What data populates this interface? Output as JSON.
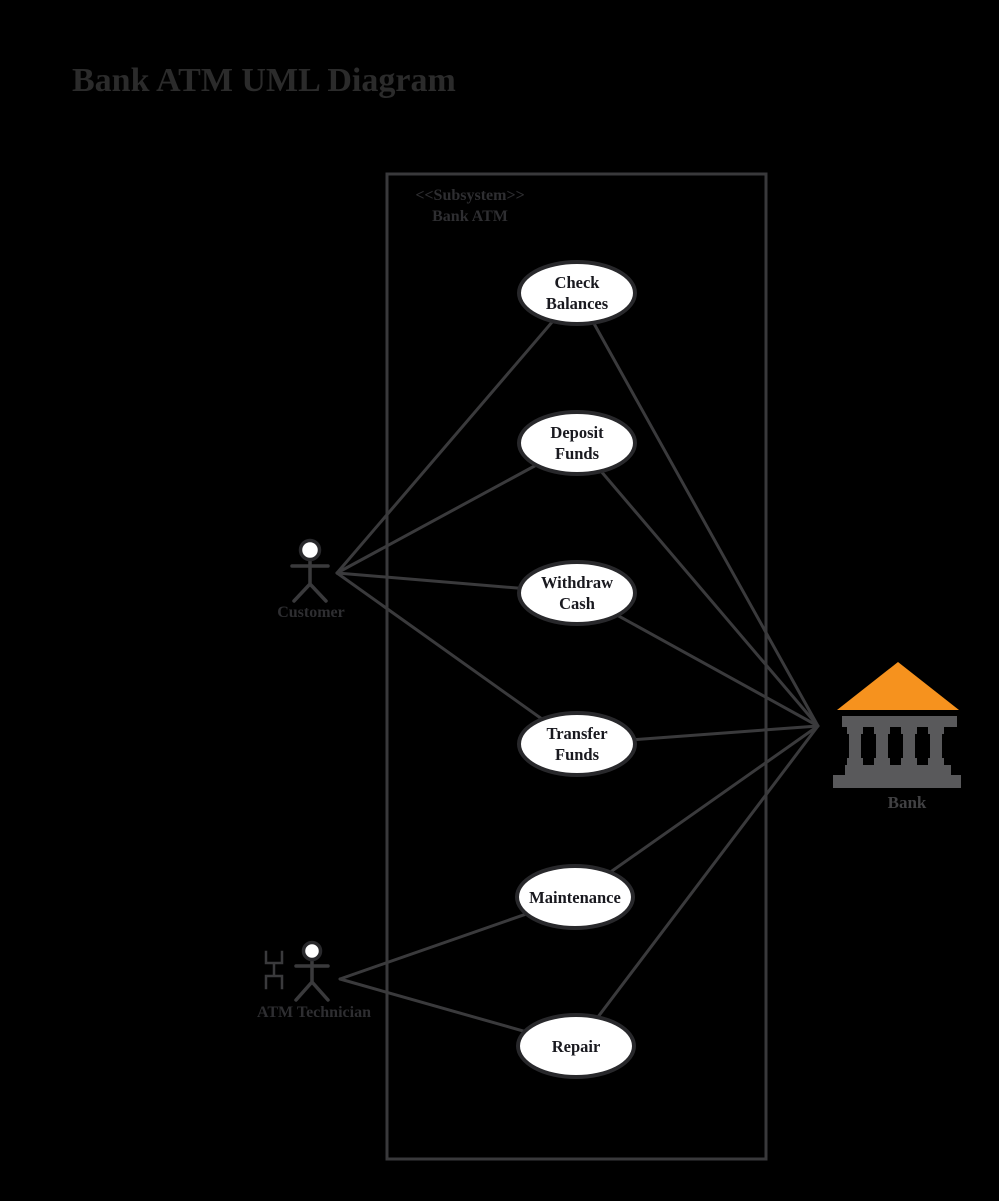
{
  "title": "Bank ATM UML Diagram",
  "subsystem": {
    "stereotype": "<<Subsystem>>",
    "name": "Bank ATM"
  },
  "actors": {
    "customer": {
      "label": "Customer",
      "icon": "stick-figure"
    },
    "technician": {
      "label": "ATM Technician",
      "icon": "stick-figure-with-wrench"
    },
    "bank": {
      "label": "Bank",
      "icon": "bank-building"
    }
  },
  "use_cases": {
    "check_balances": {
      "line1": "Check",
      "line2": "Balances"
    },
    "deposit_funds": {
      "line1": "Deposit",
      "line2": "Funds"
    },
    "withdraw_cash": {
      "line1": "Withdraw",
      "line2": "Cash"
    },
    "transfer_funds": {
      "line1": "Transfer",
      "line2": "Funds"
    },
    "maintenance": {
      "line1": "Maintenance"
    },
    "repair": {
      "line1": "Repair"
    }
  },
  "associations": [
    {
      "from": "Customer",
      "to": "Check Balances"
    },
    {
      "from": "Customer",
      "to": "Deposit Funds"
    },
    {
      "from": "Customer",
      "to": "Withdraw Cash"
    },
    {
      "from": "Customer",
      "to": "Transfer Funds"
    },
    {
      "from": "ATM Technician",
      "to": "Maintenance"
    },
    {
      "from": "ATM Technician",
      "to": "Repair"
    },
    {
      "from": "Bank",
      "to": "Check Balances"
    },
    {
      "from": "Bank",
      "to": "Deposit Funds"
    },
    {
      "from": "Bank",
      "to": "Withdraw Cash"
    },
    {
      "from": "Bank",
      "to": "Transfer Funds"
    },
    {
      "from": "Bank",
      "to": "Maintenance"
    },
    {
      "from": "Bank",
      "to": "Repair"
    }
  ],
  "colors": {
    "background": "#000000",
    "connector_line": "#3a3a3c",
    "subsystem_border": "#39393b",
    "ellipse_fill": "#ffffff",
    "ellipse_stroke": "#28282b",
    "usecase_text": "#19191f",
    "label_text": "#2e2e31",
    "bank_roof_orange": "#f6921e",
    "bank_building_gray": "#59595b"
  }
}
